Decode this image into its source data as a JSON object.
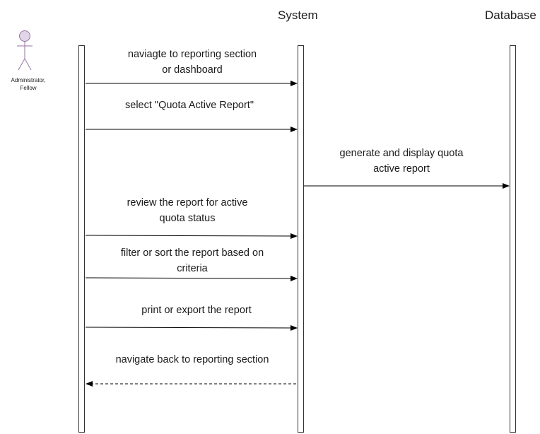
{
  "participants": {
    "actor_name": "Administrator,\nFellow",
    "system": "System",
    "database": "Database"
  },
  "messages": [
    {
      "text": "naviagte to reporting section\nor dashboard",
      "from": "actor",
      "to": "system",
      "style": "solid"
    },
    {
      "text": "select \"Quota Active Report\"",
      "from": "actor",
      "to": "system",
      "style": "solid"
    },
    {
      "text": "generate and display quota\nactive report",
      "from": "system",
      "to": "database",
      "style": "solid"
    },
    {
      "text": "review the report for active\nquota status",
      "from": "actor",
      "to": "system",
      "style": "solid"
    },
    {
      "text": "filter or sort the report based on\ncriteria",
      "from": "actor",
      "to": "system",
      "style": "solid"
    },
    {
      "text": "print or export the report",
      "from": "actor",
      "to": "system",
      "style": "solid"
    },
    {
      "text": "navigate back to reporting section",
      "from": "system",
      "to": "actor",
      "style": "dashed"
    }
  ],
  "colors": {
    "actor_fill": "#e1d5e7",
    "actor_stroke": "#9673a6",
    "line": "#000000"
  }
}
